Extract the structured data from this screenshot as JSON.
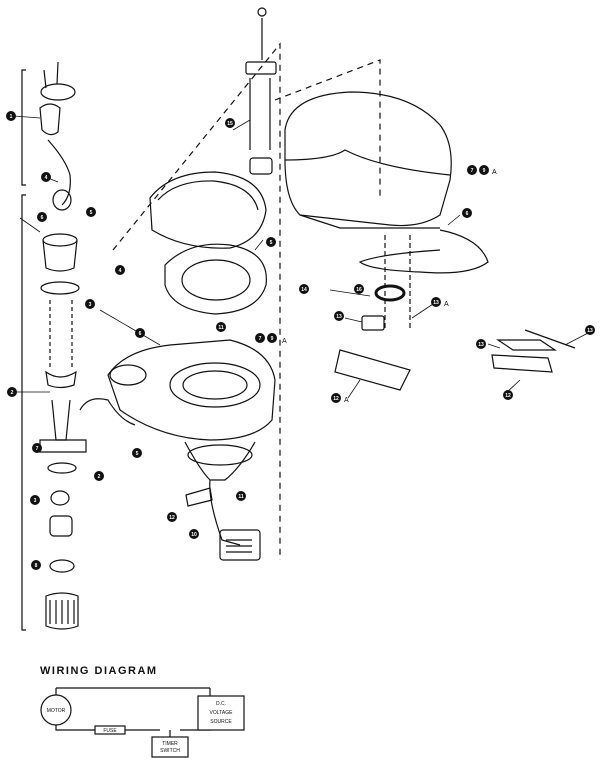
{
  "diagram": {
    "wiring_title": "WIRING DIAGRAM",
    "wiring_components": {
      "motor": "MOTOR",
      "fuse": "FUSE",
      "timer_switch": [
        "TIMER",
        "SWITCH"
      ],
      "voltage_source": [
        "D.C.",
        "VOLTAGE",
        "SOURCE"
      ]
    },
    "callouts": [
      {
        "id": "c1",
        "num": "1"
      },
      {
        "id": "c2",
        "num": "2"
      },
      {
        "id": "c3",
        "num": "3"
      },
      {
        "id": "c4",
        "num": "4"
      },
      {
        "id": "c5",
        "num": "5"
      },
      {
        "id": "c6",
        "num": "6"
      },
      {
        "id": "c7",
        "num": "7"
      },
      {
        "id": "c8",
        "num": "8"
      },
      {
        "id": "c9",
        "num": "9"
      },
      {
        "id": "c10",
        "num": "10"
      },
      {
        "id": "c11",
        "num": "11"
      },
      {
        "id": "c12",
        "num": "12"
      },
      {
        "id": "c13",
        "num": "13"
      },
      {
        "id": "c14",
        "num": "14"
      },
      {
        "id": "c15",
        "num": "15"
      },
      {
        "id": "c16",
        "num": "16"
      }
    ],
    "suffix_a": "A"
  }
}
